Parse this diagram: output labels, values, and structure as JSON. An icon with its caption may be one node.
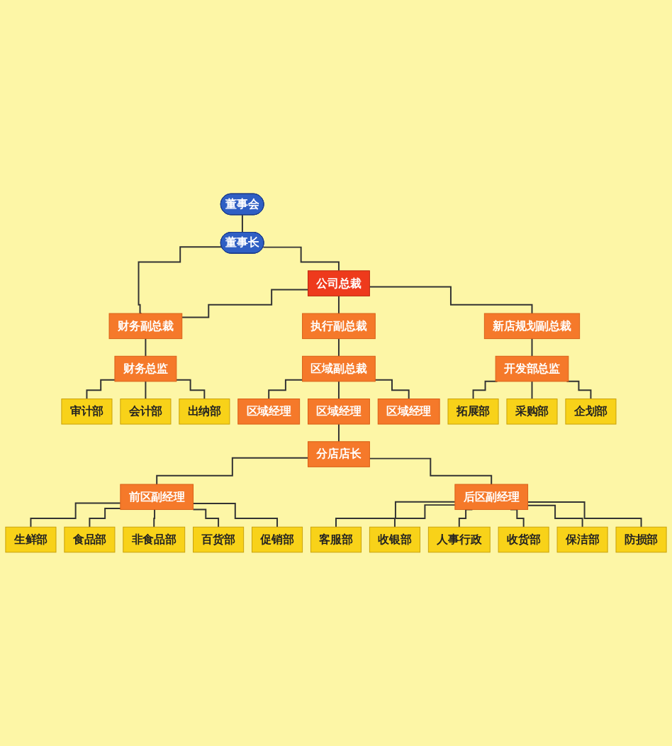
{
  "diagram": {
    "nodes": [
      {
        "text": [
          "董事会"
        ]
      },
      {
        "text": [
          "董事长"
        ]
      },
      {
        "text": [
          "公司总裁"
        ]
      },
      {
        "text": [
          "财务副总裁"
        ]
      },
      {
        "text": [
          "执行副总裁"
        ]
      },
      {
        "text": [
          "新店规划副总裁"
        ]
      },
      {
        "text": [
          "财务总监"
        ]
      },
      {
        "text": [
          "区域副总裁"
        ]
      },
      {
        "text": [
          "开发部总监"
        ]
      },
      {
        "text": [
          "审计部"
        ]
      },
      {
        "text": [
          "会计部"
        ]
      },
      {
        "text": [
          "出纳部"
        ]
      },
      {
        "text": [
          "区域经理"
        ]
      },
      {
        "text": [
          "区域经理"
        ]
      },
      {
        "text": [
          "区域经理"
        ]
      },
      {
        "text": [
          "拓展部"
        ]
      },
      {
        "text": [
          "采购部"
        ]
      },
      {
        "text": [
          "企划部"
        ]
      },
      {
        "text": [
          "分店店长"
        ]
      },
      {
        "text": [
          "前区副经理"
        ]
      },
      {
        "text": [
          "后区副经理"
        ]
      },
      {
        "text": [
          "生鲜部"
        ]
      },
      {
        "text": [
          "食品部"
        ]
      },
      {
        "text": [
          "非食品部"
        ]
      },
      {
        "text": [
          "百货部"
        ]
      },
      {
        "text": [
          "促销部"
        ]
      },
      {
        "text": [
          "客服部"
        ]
      },
      {
        "text": [
          "收银部"
        ]
      },
      {
        "text": [
          "人事行政"
        ]
      },
      {
        "text": [
          "收货部"
        ]
      },
      {
        "text": [
          "保洁部"
        ]
      },
      {
        "text": [
          "防损部"
        ]
      }
    ],
    "edges": [
      {
        "from": 0,
        "to": 1,
        "arrow": "none"
      },
      {
        "from": 1,
        "to": 2,
        "arrow": "none"
      },
      {
        "from": 1,
        "to": 3,
        "arrow": "none"
      },
      {
        "from": 2,
        "to": 3,
        "arrow": "none"
      },
      {
        "from": 2,
        "to": 4,
        "arrow": "none"
      },
      {
        "from": 2,
        "to": 5,
        "arrow": "none"
      },
      {
        "from": 3,
        "to": 6,
        "arrow": "none"
      },
      {
        "from": 4,
        "to": 7,
        "arrow": "none"
      },
      {
        "from": 5,
        "to": 8,
        "arrow": "none"
      },
      {
        "from": 6,
        "to": 9,
        "arrow": "none"
      },
      {
        "from": 6,
        "to": 10,
        "arrow": "none"
      },
      {
        "from": 6,
        "to": 11,
        "arrow": "none"
      },
      {
        "from": 7,
        "to": 12,
        "arrow": "none"
      },
      {
        "from": 7,
        "to": 13,
        "arrow": "none"
      },
      {
        "from": 7,
        "to": 14,
        "arrow": "none"
      },
      {
        "from": 8,
        "to": 15,
        "arrow": "none"
      },
      {
        "from": 8,
        "to": 16,
        "arrow": "none"
      },
      {
        "from": 8,
        "to": 17,
        "arrow": "none"
      },
      {
        "from": 13,
        "to": 18,
        "arrow": "none"
      },
      {
        "from": 18,
        "to": 19,
        "arrow": "none"
      },
      {
        "from": 18,
        "to": 20,
        "arrow": "none"
      },
      {
        "from": 19,
        "to": 21,
        "arrow": "none"
      },
      {
        "from": 19,
        "to": 22,
        "arrow": "none"
      },
      {
        "from": 19,
        "to": 23,
        "arrow": "none"
      },
      {
        "from": 19,
        "to": 24,
        "arrow": "none"
      },
      {
        "from": 19,
        "to": 25,
        "arrow": "none"
      },
      {
        "from": 20,
        "to": 26,
        "arrow": "none"
      },
      {
        "from": 20,
        "to": 27,
        "arrow": "none"
      },
      {
        "from": 20,
        "to": 28,
        "arrow": "none"
      },
      {
        "from": 20,
        "to": 29,
        "arrow": "none"
      },
      {
        "from": 20,
        "to": 30,
        "arrow": "none"
      },
      {
        "from": 20,
        "to": 31,
        "arrow": "none"
      }
    ]
  }
}
